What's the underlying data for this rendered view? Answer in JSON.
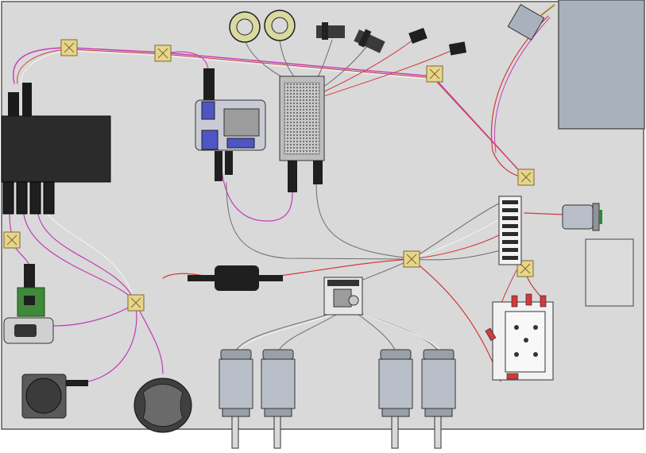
{
  "diagram": {
    "view": "wiring-layout",
    "colors": {
      "background": "#d9d9d9",
      "board_edge": "#5a5a5a",
      "wire_magenta": "#c43bb8",
      "wire_red": "#d23a3a",
      "wire_gray": "#6d6d6d",
      "wire_white": "#f4f4f4",
      "clip_fill": "#e8d58c",
      "clip_stroke": "#7a6a2a",
      "hub_body": "#2b2b2b",
      "pcb_green": "#3f8a3a",
      "motor_body": "#b9bfc8",
      "enclosure": "#a9b1bc",
      "board_blue": "#4d56c4"
    },
    "components": [
      "hub-module",
      "usb-connectors",
      "single-board-computer",
      "perforated-proto-board",
      "led-ring",
      "sensor-bracket",
      "plug-connector",
      "cable-clip",
      "terminal-block",
      "power-switch-barrel",
      "power-adapter-brick",
      "motor-driver-board",
      "gear-motor",
      "relay-base",
      "panel-mount-box",
      "green-sensor-board",
      "cylindrical-sensor",
      "square-speaker",
      "round-joystick-puck",
      "wall-antenna-module"
    ]
  }
}
